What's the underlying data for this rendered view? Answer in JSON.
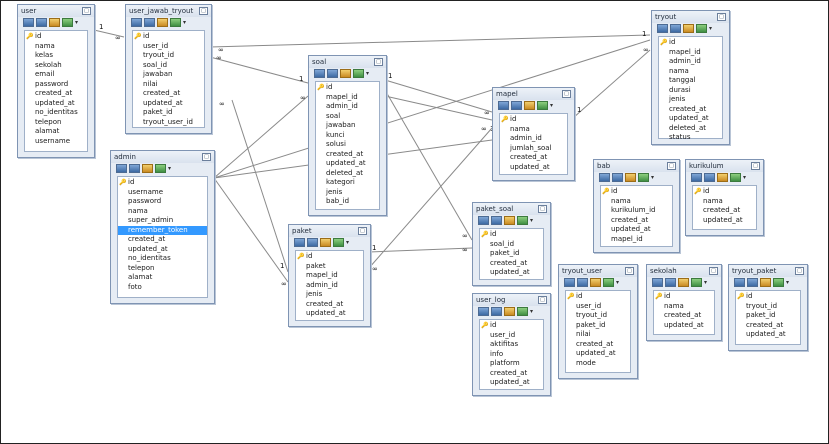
{
  "tables": {
    "user": {
      "name": "user",
      "fields": [
        {
          "label": "id",
          "pk": true
        },
        {
          "label": "nama"
        },
        {
          "label": "kelas"
        },
        {
          "label": "sekolah"
        },
        {
          "label": "email"
        },
        {
          "label": "password"
        },
        {
          "label": "created_at"
        },
        {
          "label": "updated_at"
        },
        {
          "label": "no_identitas"
        },
        {
          "label": "telepon"
        },
        {
          "label": "alamat"
        },
        {
          "label": "username"
        }
      ]
    },
    "user_jawab_tryout": {
      "name": "user_jawab_tryout",
      "fields": [
        {
          "label": "id",
          "pk": true
        },
        {
          "label": "user_id"
        },
        {
          "label": "tryout_id"
        },
        {
          "label": "soal_id"
        },
        {
          "label": "jawaban"
        },
        {
          "label": "nilai"
        },
        {
          "label": "created_at"
        },
        {
          "label": "updated_at"
        },
        {
          "label": "paket_id"
        },
        {
          "label": "tryout_user_id"
        }
      ]
    },
    "soal": {
      "name": "soal",
      "fields": [
        {
          "label": "id",
          "pk": true
        },
        {
          "label": "mapel_id"
        },
        {
          "label": "admin_id"
        },
        {
          "label": "soal"
        },
        {
          "label": "jawaban"
        },
        {
          "label": "kunci"
        },
        {
          "label": "solusi"
        },
        {
          "label": "created_at"
        },
        {
          "label": "updated_at"
        },
        {
          "label": "deleted_at"
        },
        {
          "label": "kategori"
        },
        {
          "label": "jenis"
        },
        {
          "label": "bab_id"
        }
      ]
    },
    "mapel": {
      "name": "mapel",
      "fields": [
        {
          "label": "id",
          "pk": true
        },
        {
          "label": "nama"
        },
        {
          "label": "admin_id"
        },
        {
          "label": "jumlah_soal"
        },
        {
          "label": "created_at"
        },
        {
          "label": "updated_at"
        }
      ]
    },
    "tryout": {
      "name": "tryout",
      "fields": [
        {
          "label": "id",
          "pk": true
        },
        {
          "label": "mapel_id"
        },
        {
          "label": "admin_id"
        },
        {
          "label": "nama"
        },
        {
          "label": "tanggal"
        },
        {
          "label": "durasi"
        },
        {
          "label": "jenis"
        },
        {
          "label": "created_at"
        },
        {
          "label": "updated_at"
        },
        {
          "label": "deleted_at"
        },
        {
          "label": "status"
        }
      ]
    },
    "admin": {
      "name": "admin",
      "fields": [
        {
          "label": "id",
          "pk": true
        },
        {
          "label": "username"
        },
        {
          "label": "password"
        },
        {
          "label": "nama"
        },
        {
          "label": "super_admin"
        },
        {
          "label": "remember_token",
          "selected": true
        },
        {
          "label": "created_at"
        },
        {
          "label": "updated_at"
        },
        {
          "label": "no_identitas"
        },
        {
          "label": "telepon"
        },
        {
          "label": "alamat"
        },
        {
          "label": "foto"
        }
      ]
    },
    "paket": {
      "name": "paket",
      "fields": [
        {
          "label": "id",
          "pk": true
        },
        {
          "label": "paket"
        },
        {
          "label": "mapel_id"
        },
        {
          "label": "admin_id"
        },
        {
          "label": "jenis"
        },
        {
          "label": "created_at"
        },
        {
          "label": "updated_at"
        }
      ]
    },
    "paket_soal": {
      "name": "paket_soal",
      "fields": [
        {
          "label": "id",
          "pk": true
        },
        {
          "label": "soal_id"
        },
        {
          "label": "paket_id"
        },
        {
          "label": "created_at"
        },
        {
          "label": "updated_at"
        }
      ]
    },
    "user_log": {
      "name": "user_log",
      "fields": [
        {
          "label": "id",
          "pk": true
        },
        {
          "label": "user_id"
        },
        {
          "label": "aktifitas"
        },
        {
          "label": "info"
        },
        {
          "label": "platform"
        },
        {
          "label": "created_at"
        },
        {
          "label": "updated_at"
        }
      ]
    },
    "bab": {
      "name": "bab",
      "fields": [
        {
          "label": "id",
          "pk": true
        },
        {
          "label": "nama"
        },
        {
          "label": "kurikulum_id"
        },
        {
          "label": "created_at"
        },
        {
          "label": "updated_at"
        },
        {
          "label": "mapel_id"
        }
      ]
    },
    "kurikulum": {
      "name": "kurikulum",
      "fields": [
        {
          "label": "id",
          "pk": true
        },
        {
          "label": "nama"
        },
        {
          "label": "created_at"
        },
        {
          "label": "updated_at"
        }
      ]
    },
    "tryout_user": {
      "name": "tryout_user",
      "fields": [
        {
          "label": "id",
          "pk": true
        },
        {
          "label": "user_id"
        },
        {
          "label": "tryout_id"
        },
        {
          "label": "paket_id"
        },
        {
          "label": "nilai"
        },
        {
          "label": "created_at"
        },
        {
          "label": "updated_at"
        },
        {
          "label": "mode"
        }
      ]
    },
    "sekolah": {
      "name": "sekolah",
      "fields": [
        {
          "label": "id",
          "pk": true
        },
        {
          "label": "nama"
        },
        {
          "label": "created_at"
        },
        {
          "label": "updated_at"
        }
      ]
    },
    "tryout_paket": {
      "name": "tryout_paket",
      "fields": [
        {
          "label": "id",
          "pk": true
        },
        {
          "label": "tryout_id"
        },
        {
          "label": "paket_id"
        },
        {
          "label": "created_at"
        },
        {
          "label": "updated_at"
        }
      ]
    }
  },
  "relation_labels": {
    "one": "1",
    "many": "∞"
  }
}
